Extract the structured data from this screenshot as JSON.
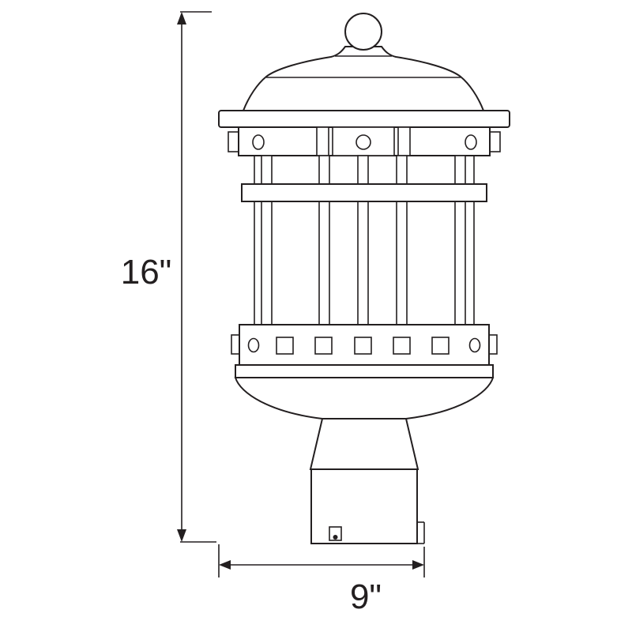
{
  "diagram": {
    "subject": "Outdoor post-mount lantern dimension drawing",
    "height_label": "16\"",
    "width_label": "9\""
  },
  "colors": {
    "line": "#231f20",
    "background": "#ffffff"
  }
}
